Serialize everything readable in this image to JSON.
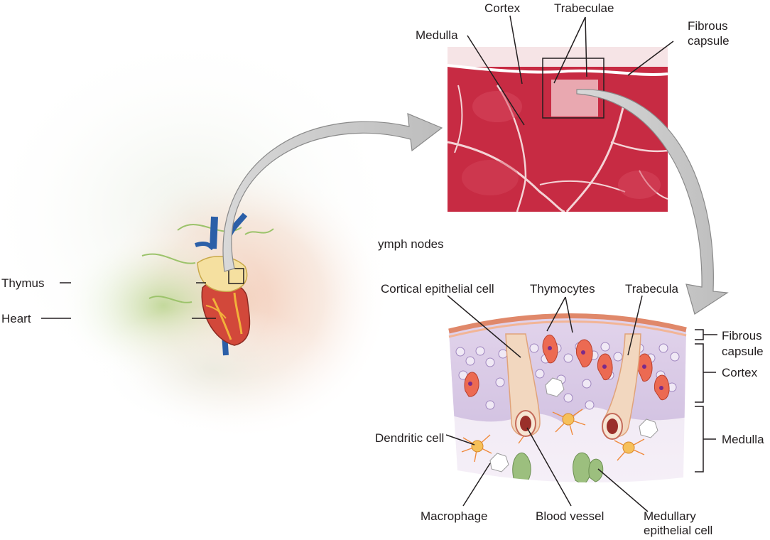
{
  "colors": {
    "tissue_red": "#c72b43",
    "trabecula_pink": "#f4d3d6",
    "capsule_orange": "#e0886a",
    "cortex_lavender": "#d8cbe6",
    "medulla_lavender": "#eae2f0",
    "arrow_gray": "#c8c8c8",
    "heart_red": "#d2483a",
    "thymus_yellow": "#f5e0a0",
    "vessel_blue": "#2b5fa8",
    "line_black": "#231f20"
  },
  "labels": {
    "thymus": "Thymus",
    "heart": "Heart",
    "lymph_nodes": "ymph nodes",
    "cortex_top": "Cortex",
    "trabeculae": "Trabeculae",
    "medulla_top": "Medulla",
    "fibrous_capsule_top_1": "Fibrous",
    "fibrous_capsule_top_2": "capsule",
    "cortical_epithelial_cell": "Cortical epithelial cell",
    "thymocytes": "Thymocytes",
    "trabecula": "Trabecula",
    "fibrous_capsule_right_1": "Fibrous",
    "fibrous_capsule_right_2": "capsule",
    "cortex_right": "Cortex",
    "medulla_right": "Medulla",
    "dendritic_cell": "Dendritic cell",
    "macrophage": "Macrophage",
    "blood_vessel": "Blood vessel",
    "medullary_epithelial_cell_1": "Medullary",
    "medullary_epithelial_cell_2": "epithelial cell"
  },
  "icons": [
    "heart-icon",
    "micrograph-image",
    "tissue-section-illustration"
  ]
}
